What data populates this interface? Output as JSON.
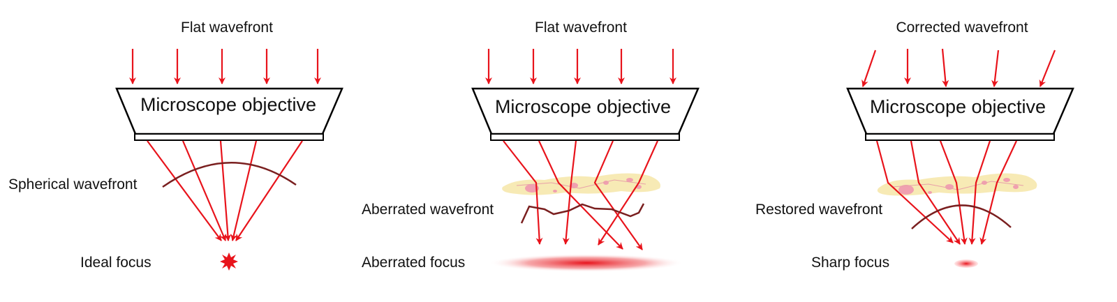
{
  "panels": [
    {
      "wavefront_title": "Flat wavefront",
      "objective_label": "Microscope objective",
      "wavefront_label": "Spherical wavefront",
      "focus_label": "Ideal focus"
    },
    {
      "wavefront_title": "Flat wavefront",
      "objective_label": "Microscope objective",
      "wavefront_label": "Aberrated wavefront",
      "focus_label": "Aberrated focus"
    },
    {
      "wavefront_title": "Corrected wavefront",
      "objective_label": "Microscope objective",
      "wavefront_label": "Restored wavefront",
      "focus_label": "Sharp focus"
    }
  ],
  "colors": {
    "ray": "#e8131b",
    "wavefront": "#7a1f1f",
    "tissue": "#f6e6a8",
    "cell": "#f0a0b0",
    "outline": "#000000"
  }
}
